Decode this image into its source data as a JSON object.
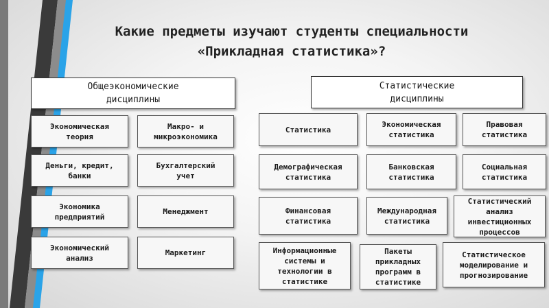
{
  "title_line1": "Какие предметы изучают студенты специальности",
  "title_line2": "«Прикладная статистика»?",
  "colors": {
    "accent_blue": "#2aa3e8",
    "dark_stripe": "#3a3a3a"
  },
  "left": {
    "header": "Общеэкономические\nдисциплины",
    "items": [
      "Экономическая\nтеория",
      "Макро- и\nмикроэкономика",
      "Деньги, кредит,\nбанки",
      "Бухгалтерский\nучет",
      "Экономика\nпредприятий",
      "Менеджмент",
      "Экономический\nанализ",
      "Маркетинг"
    ]
  },
  "right": {
    "header": "Статистические\nдисциплины",
    "items": [
      "Статистика",
      "Экономическая\nстатистика",
      "Правовая\nстатистика",
      "Демографическая\nстатистика",
      "Банковская\nстатистика",
      "Социальная\nстатистика",
      "Финансовая\nстатистика",
      "Международная\nстатистика",
      "Статистический\nанализ\nинвестиционных\nпроцессов",
      "Информационные\nсистемы и\nтехнологии в\nстатистике",
      "Пакеты\nприкладных\nпрограмм в\nстатистике",
      "Статистическое\nмоделирование и\nпрогнозирование"
    ]
  }
}
